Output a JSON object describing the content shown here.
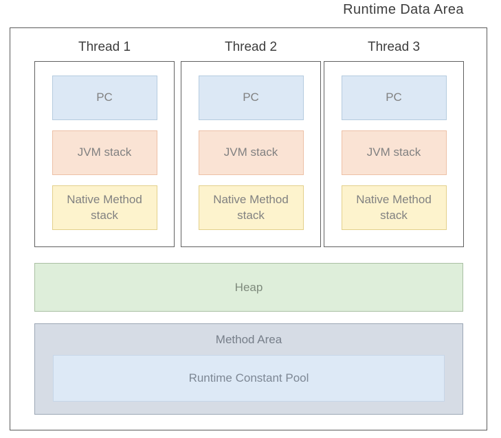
{
  "title": "Runtime Data Area",
  "diagram": {
    "threads": [
      {
        "label": "Thread 1",
        "pc": "PC",
        "jvm_stack": "JVM stack",
        "native_method_stack": "Native Method stack"
      },
      {
        "label": "Thread 2",
        "pc": "PC",
        "jvm_stack": "JVM stack",
        "native_method_stack": "Native Method stack"
      },
      {
        "label": "Thread 3",
        "pc": "PC",
        "jvm_stack": "JVM stack",
        "native_method_stack": "Native Method stack"
      }
    ],
    "heap_label": "Heap",
    "method_area_label": "Method Area",
    "runtime_constant_pool_label": "Runtime Constant Pool"
  },
  "colors": {
    "pc_fill": "#dce8f5",
    "pc_border": "#b5cbdf",
    "jvm_stack_fill": "#fae3d4",
    "jvm_stack_border": "#edc0a6",
    "native_stack_fill": "#fdf3cd",
    "native_stack_border": "#e3d08a",
    "heap_fill": "#deeeda",
    "heap_border": "#a9bfa2",
    "method_area_fill": "#d6dce5",
    "method_area_border": "#9ba6b4",
    "constant_pool_fill": "#dde9f6",
    "constant_pool_border": "#c6d6e8",
    "frame_border": "#595959",
    "heading_text": "#3d3d3d",
    "box_text": "#818181"
  }
}
